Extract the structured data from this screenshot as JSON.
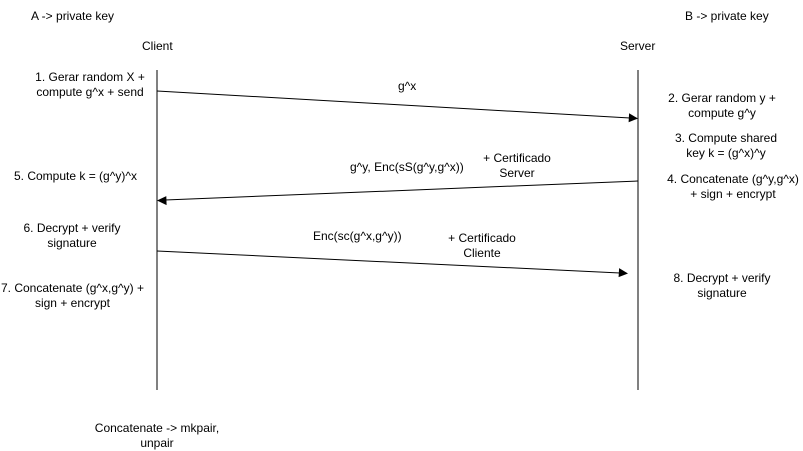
{
  "keys": {
    "client_key": "A -> private key",
    "server_key": "B -> private key"
  },
  "actors": {
    "client": "Client",
    "server": "Server"
  },
  "client_steps": {
    "s1": [
      "1. Gerar random X +",
      "compute g^x + send"
    ],
    "s5": "5.  Compute k = (g^y)^x",
    "s6": [
      "6. Decrypt + verify",
      "signature"
    ],
    "s7": [
      "7. Concatenate (g^x,g^y) +",
      "sign + encrypt"
    ]
  },
  "server_steps": {
    "s2": [
      "2. Gerar random y +",
      "compute g^y"
    ],
    "s3": [
      "3. Compute shared",
      "key k = (g^x)^y"
    ],
    "s4": [
      "4. Concatenate (g^y,g^x)",
      "+ sign + encrypt"
    ],
    "s8": [
      "8. Decrypt + verify",
      "signature"
    ]
  },
  "messages": {
    "m1": "g^x",
    "m2": "g^y, Enc(sS(g^y,g^x))",
    "m2_cert": [
      "+ Certificado",
      "Server"
    ],
    "m3": "Enc(sc(g^x,g^y))",
    "m3_cert": [
      "+ Certificado",
      "Cliente"
    ]
  },
  "footer": [
    "Concatenate -> mkpair,",
    "unpair"
  ]
}
